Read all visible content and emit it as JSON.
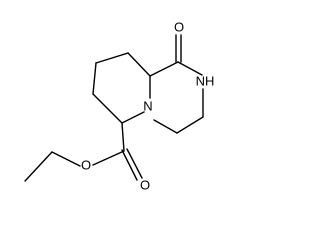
{
  "molecule": {
    "atoms": {
      "carbonyl_oxygen": "O",
      "amide_nitrogen": "NH",
      "ring_nitrogen": "N",
      "ester_carbonyl_oxygen": "O",
      "ester_ether_oxygen": "O"
    }
  }
}
